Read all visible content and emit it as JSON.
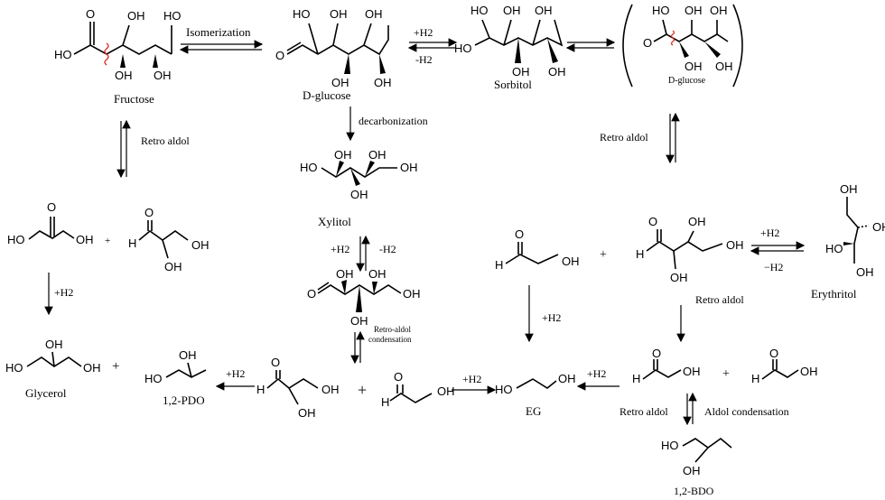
{
  "compounds": {
    "fructose": "Fructose",
    "d_glucose": "D-glucose",
    "sorbitol": "Sorbitol",
    "d_glucose_small": "D-glucose",
    "xylitol": "Xylitol",
    "glycerol": "Glycerol",
    "pdo": "1,2-PDO",
    "eg": "EG",
    "erythritol": "Erythritol",
    "bdo": "1,2-BDO"
  },
  "reactions": {
    "isomerization": "Isomerization",
    "h2_plus_1": "+H2",
    "h2_minus_1": "-H2",
    "decarbonization": "decarbonization",
    "retro_aldol_left": "Retro aldol",
    "retro_aldol_right": "Retro aldol",
    "h2_plus_xylitol": "+H2",
    "h2_minus_xylitol": "-H2",
    "retro_aldol_condensation_1": "Retro-aldol",
    "retro_aldol_condensation_2": "condensation",
    "h2_plus_glycerol": "+H2",
    "h2_plus_pdo": "+H2",
    "h2_plus_eg_left": "+H2",
    "h2_plus_eg_mid": "+H2",
    "h2_plus_eg_right": "+H2",
    "h2_plus_erythritol": "+H2",
    "h2_minus_erythritol": "−H2",
    "retro_aldol_c4": "Retro aldol",
    "retro_aldol_bottom": "Retro aldol",
    "aldol_condensation": "Aldol condensation"
  },
  "symbols": {
    "plus": "+",
    "plus_small": "+",
    "oh": "OH",
    "ho": "HO",
    "o": "O",
    "h": "H"
  }
}
